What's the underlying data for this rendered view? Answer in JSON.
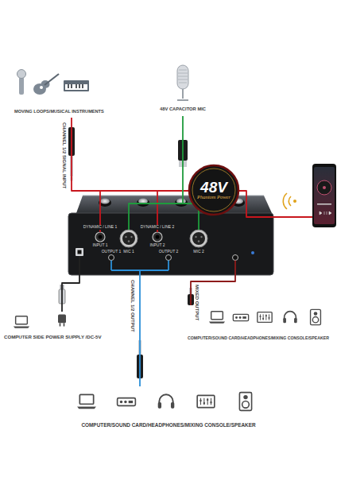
{
  "diagram": {
    "nodes": [
      {
        "text": [
          "MOVING LOOPS/MUSICAL INSTRUMENTS"
        ]
      },
      {
        "text": [
          "48V CAPACITOR MIC"
        ]
      },
      {
        "text": [
          "48V",
          "Phantom Power"
        ]
      },
      {
        "text": [
          "DYNAMIC / LINE 1",
          "INPUT 1",
          "OUTPUT 1",
          "MIC 1",
          "DYNAMIC / LINE 2",
          "INPUT 2",
          "OUTPUT 2",
          "MIC 2"
        ]
      },
      {
        "text": [
          "COMPUTER SIDE POWER SUPPLY /DC-5V"
        ]
      },
      {
        "text": [
          "COMPUTER/SOUND CARD/HEADPHONES/MIXING CONSOLE/SPEAKER"
        ]
      },
      {
        "text": [
          "COMPUTER/SOUND CARD/HEADPHONES/MIXING CONSOLE/SPEAKER"
        ]
      }
    ],
    "edges": [
      {
        "from": 0,
        "to": 3,
        "arrow": "none",
        "label": "CHANNEL 1/2 SIGNAL INPUT"
      },
      {
        "from": 1,
        "to": 3,
        "arrow": "none"
      },
      {
        "from": 3,
        "to": 4,
        "arrow": "none"
      },
      {
        "from": 3,
        "to": 6,
        "arrow": "none",
        "label": "CHANNEL 1/2 OUTPUT"
      },
      {
        "from": 3,
        "to": 5,
        "arrow": "none",
        "label": "MIXED OUTPUT"
      }
    ]
  }
}
